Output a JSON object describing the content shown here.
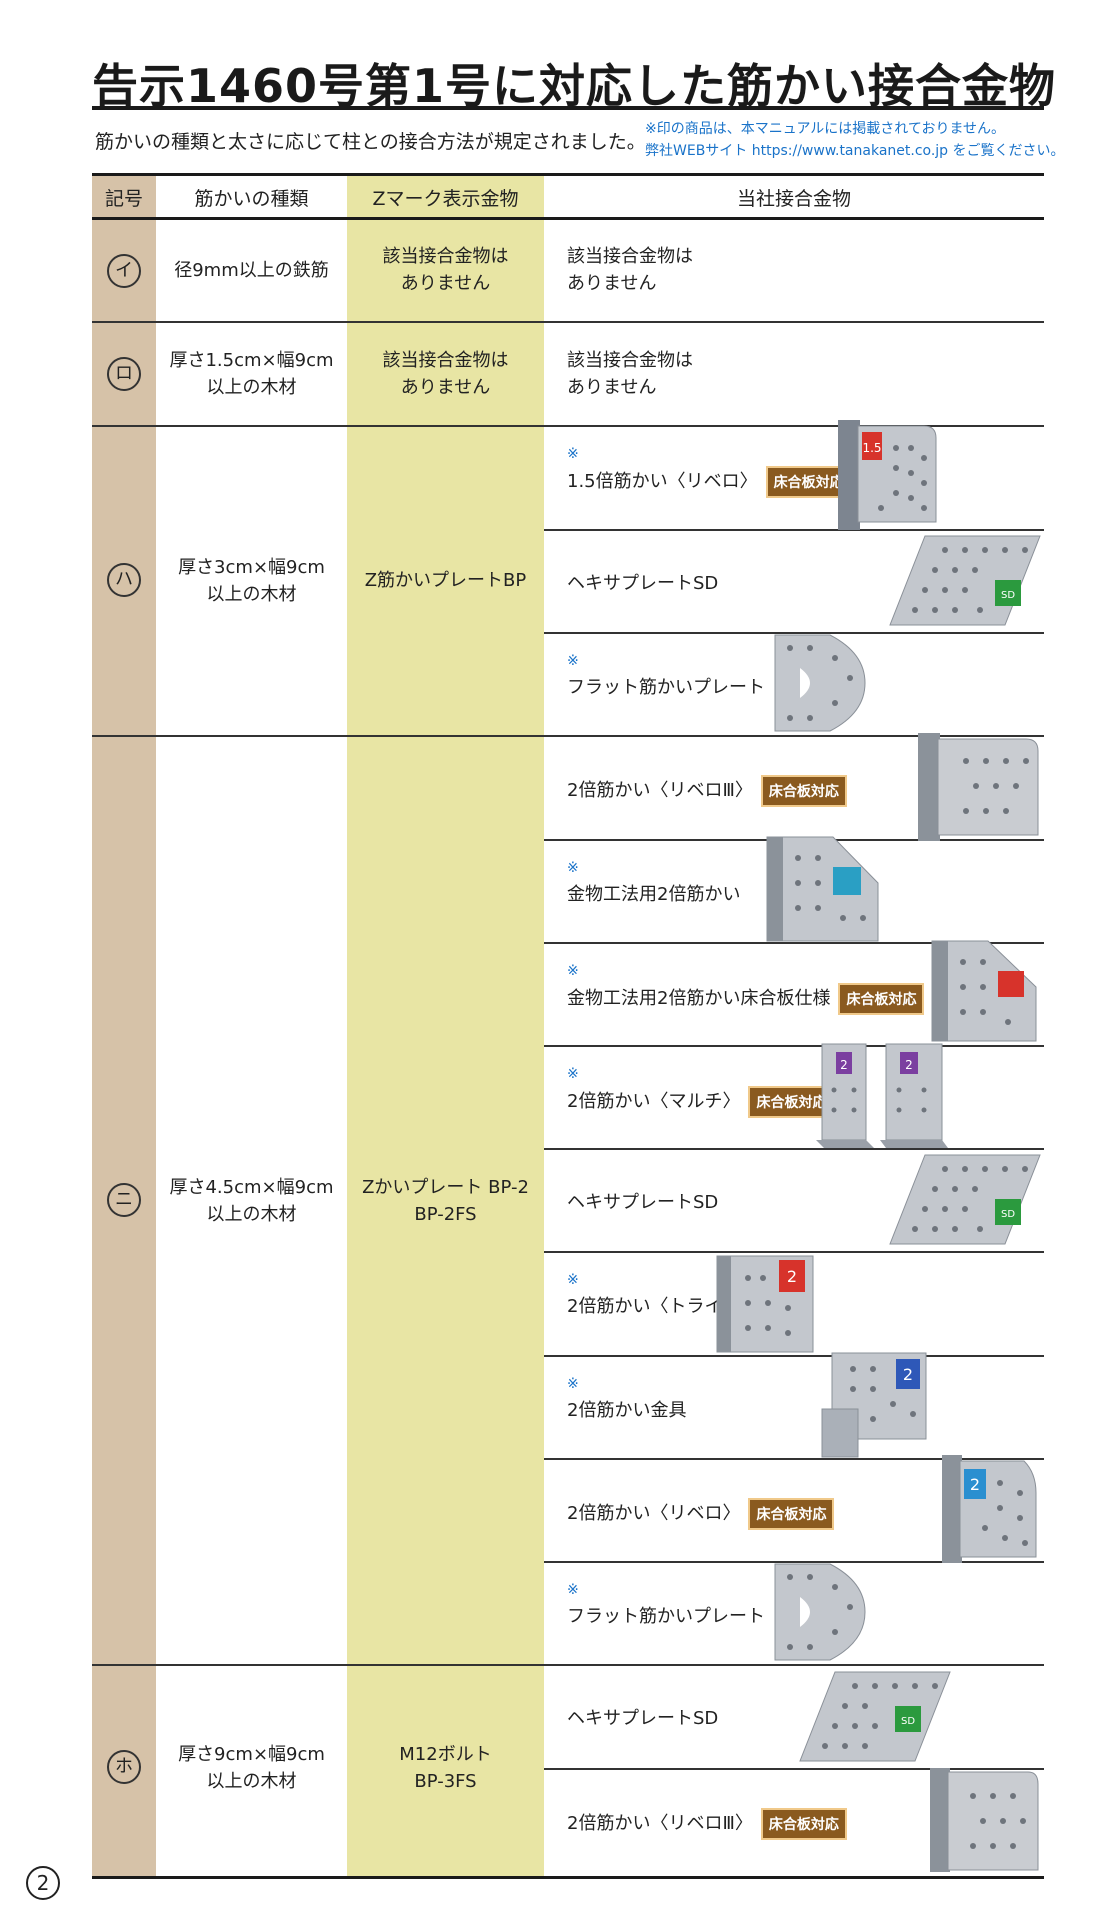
{
  "title": "告示1460号第1号に対応した筋かい接合金物",
  "intro": "筋かいの種類と太さに応じて柱との接合方法が規定されました。",
  "note": {
    "line1": "※印の商品は、本マニュアルには掲載されておりません。",
    "line2": "弊社WEBサイト https://www.tanakanet.co.jp をご覧ください。"
  },
  "headers": {
    "kigo": "記号",
    "kind": "筋かいの種類",
    "z": "Zマーク表示金物",
    "company": "当社接合金物"
  },
  "mark": "※",
  "badge": "床合板対応",
  "rows": [
    {
      "kigo": "イ",
      "kind1": "径9mm以上の鉄筋",
      "kind2": "",
      "z1": "該当接合金物は",
      "z2": "ありません",
      "p1": "該当接合金物は",
      "p2": "ありません"
    },
    {
      "kigo": "ロ",
      "kind1": "厚さ1.5cm×幅9cm",
      "kind2": "以上の木材",
      "z1": "該当接合金物は",
      "z2": "ありません",
      "p1": "該当接合金物は",
      "p2": "ありません"
    },
    {
      "kigo": "ハ",
      "kind1": "厚さ3cm×幅9cm",
      "kind2": "以上の木材",
      "z1": "Z筋かいプレートBP",
      "z2": ""
    },
    {
      "kigo": "ニ",
      "kind1": "厚さ4.5cm×幅9cm",
      "kind2": "以上の木材",
      "z1": "Zかいプレート BP-2",
      "z2": "BP-2FS"
    },
    {
      "kigo": "ホ",
      "kind1": "厚さ9cm×幅9cm",
      "kind2": "以上の木材",
      "z1": "M12ボルト",
      "z2": "BP-3FS"
    }
  ],
  "products": [
    {
      "name": "1.5倍筋かい〈リベロ〉",
      "mark": true,
      "badge": true,
      "icon": "plate-1.5-icon"
    },
    {
      "name": "ヘキサプレートSD",
      "mark": false,
      "badge": false,
      "icon": "hexa-plate-icon"
    },
    {
      "name": "フラット筋かいプレート",
      "mark": true,
      "badge": false,
      "icon": "flat-plate-icon"
    },
    {
      "name": "2倍筋かい〈リベロⅢ〉",
      "mark": false,
      "badge": true,
      "icon": "libero3-icon"
    },
    {
      "name": "金物工法用2倍筋かい",
      "mark": true,
      "badge": false,
      "icon": "kanamono-icon"
    },
    {
      "name": "金物工法用2倍筋かい床合板仕様",
      "mark": true,
      "badge": true,
      "icon": "kanamono-floor-icon"
    },
    {
      "name": "2倍筋かい〈マルチ〉",
      "mark": true,
      "badge": true,
      "icon": "multi-icon"
    },
    {
      "name": "ヘキサプレートSD",
      "mark": false,
      "badge": false,
      "icon": "hexa-plate-icon"
    },
    {
      "name": "2倍筋かい〈トライ〉",
      "mark": true,
      "badge": false,
      "icon": "tri-icon"
    },
    {
      "name": "2倍筋かい金具",
      "mark": true,
      "badge": false,
      "icon": "bracket-icon"
    },
    {
      "name": "2倍筋かい〈リベロ〉",
      "mark": false,
      "badge": true,
      "icon": "libero-icon"
    },
    {
      "name": "フラット筋かいプレート",
      "mark": true,
      "badge": false,
      "icon": "flat-plate-icon"
    },
    {
      "name": "ヘキサプレートSD",
      "mark": false,
      "badge": false,
      "icon": "hexa-plate-icon"
    },
    {
      "name": "2倍筋かい〈リベロⅢ〉",
      "mark": false,
      "badge": true,
      "icon": "libero3-icon"
    }
  ],
  "plate_labels": {
    "p15": "1.5",
    "p2": "2",
    "sd": "SD"
  },
  "colors": {
    "kigo_col": "#d6c2a8",
    "z_col": "#e8e5a4",
    "note_blue": "#1a73c9",
    "badge_bg": "#8a5a1f",
    "plate": "#b9bdc4"
  },
  "page_number": "2"
}
